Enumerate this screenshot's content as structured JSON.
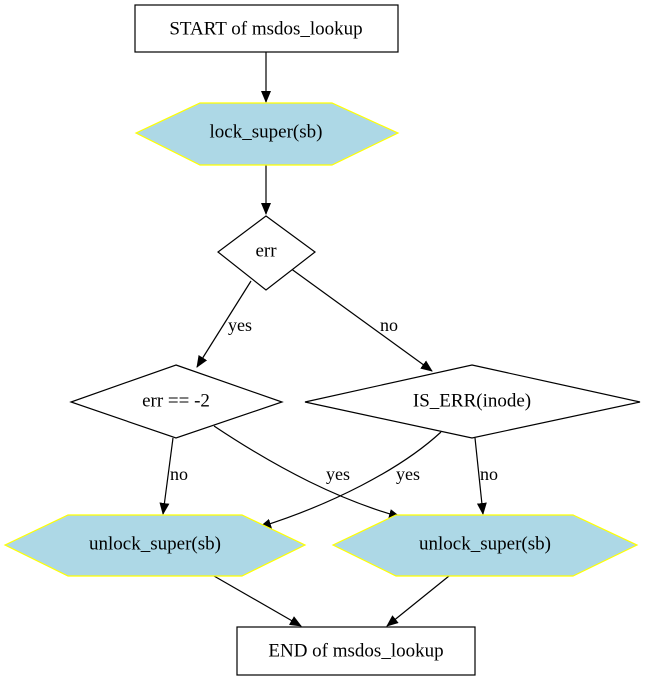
{
  "diagram": {
    "nodes": {
      "start": "START of msdos_lookup",
      "lock": "lock_super(sb)",
      "err": "err",
      "err_eq": "err == -2",
      "is_err": "IS_ERR(inode)",
      "unlock_left": "unlock_super(sb)",
      "unlock_right": "unlock_super(sb)",
      "end": "END of msdos_lookup"
    },
    "edges": {
      "err_yes": "yes",
      "err_no": "no",
      "erreq_no": "no",
      "erreq_yes": "yes",
      "iserr_yes": "yes",
      "iserr_no": "no"
    },
    "colors": {
      "hex_fill": "#add8e6",
      "hex_stroke": "#ffff00",
      "line": "#000000"
    }
  }
}
